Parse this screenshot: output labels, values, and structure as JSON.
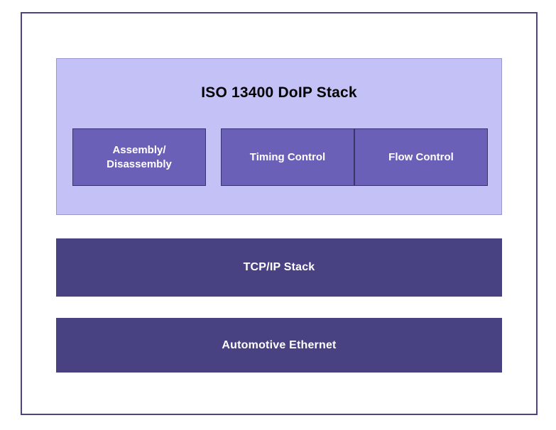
{
  "diagram": {
    "title": "ISO 13400 DoIP Stack",
    "colors": {
      "background": "#ffffff",
      "frame_border": "#4b4583",
      "panel_fill": "#c4c1f7",
      "panel_border": "#9a97cf",
      "sub_block_fill": "#6a60b8",
      "sub_block_border": "#3a3566",
      "layer_bar_fill": "#484282",
      "title_text": "#000000",
      "block_text": "#ffffff"
    },
    "stack_panel": {
      "title": "ISO 13400 DoIP Stack",
      "sub_blocks": [
        {
          "label_line1": "Assembly/",
          "label_line2": "Disassembly"
        },
        {
          "label": "Timing Control"
        },
        {
          "label": "Flow Control"
        }
      ]
    },
    "layers": [
      {
        "label": "TCP/IP Stack"
      },
      {
        "label": "Automotive Ethernet"
      }
    ]
  }
}
